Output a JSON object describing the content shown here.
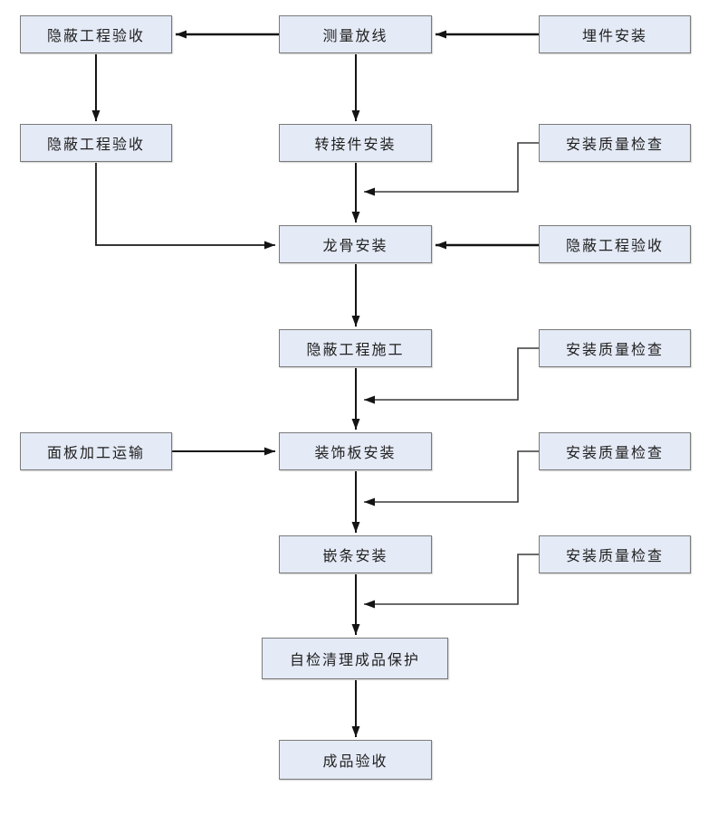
{
  "diagram": {
    "type": "flowchart",
    "background": "#ffffff",
    "colors": {
      "node_fill": "#e4eaf6",
      "node_border": "#7a7a7a",
      "main_connector": "#141414",
      "elbow_connector": "#3a3a3a",
      "text": "#1f1f1f"
    },
    "nodes": [
      {
        "id": "hidden-work-acceptance-1",
        "label": "隐蔽工程验收"
      },
      {
        "id": "survey-setting-out",
        "label": "测量放线"
      },
      {
        "id": "embedded-parts-install",
        "label": "埋件安装"
      },
      {
        "id": "hidden-work-acceptance-2",
        "label": "隐蔽工程验收"
      },
      {
        "id": "adapter-install",
        "label": "转接件安装"
      },
      {
        "id": "install-quality-check-1",
        "label": "安装质量检查"
      },
      {
        "id": "keel-install",
        "label": "龙骨安装"
      },
      {
        "id": "hidden-work-acceptance-3",
        "label": "隐蔽工程验收"
      },
      {
        "id": "hidden-work-construction",
        "label": "隐蔽工程施工"
      },
      {
        "id": "install-quality-check-2",
        "label": "安装质量检查"
      },
      {
        "id": "panel-processing-transport",
        "label": "面板加工运输"
      },
      {
        "id": "decorative-panel-install",
        "label": "装饰板安装"
      },
      {
        "id": "install-quality-check-3",
        "label": "安装质量检查"
      },
      {
        "id": "trim-strip-install",
        "label": "嵌条安装"
      },
      {
        "id": "install-quality-check-4",
        "label": "安装质量检查"
      },
      {
        "id": "self-check-cleanup-protection",
        "label": "自检清理成品保护"
      },
      {
        "id": "finished-product-acceptance",
        "label": "成品验收"
      }
    ],
    "edges": [
      {
        "from": "survey-setting-out",
        "to": "hidden-work-acceptance-1",
        "shape": "straight-left"
      },
      {
        "from": "embedded-parts-install",
        "to": "survey-setting-out",
        "shape": "straight-left"
      },
      {
        "from": "hidden-work-acceptance-1",
        "to": "hidden-work-acceptance-2",
        "shape": "straight-down"
      },
      {
        "from": "survey-setting-out",
        "to": "adapter-install",
        "shape": "straight-down"
      },
      {
        "from": "adapter-install",
        "to": "keel-install",
        "shape": "straight-down"
      },
      {
        "from": "install-quality-check-1",
        "to": "keel-install",
        "shape": "elbow-left"
      },
      {
        "from": "hidden-work-acceptance-2",
        "to": "keel-install",
        "shape": "elbow-right"
      },
      {
        "from": "hidden-work-acceptance-3",
        "to": "keel-install",
        "shape": "straight-left"
      },
      {
        "from": "keel-install",
        "to": "hidden-work-construction",
        "shape": "straight-down"
      },
      {
        "from": "hidden-work-construction",
        "to": "decorative-panel-install",
        "shape": "straight-down"
      },
      {
        "from": "install-quality-check-2",
        "to": "decorative-panel-install",
        "shape": "elbow-left"
      },
      {
        "from": "panel-processing-transport",
        "to": "decorative-panel-install",
        "shape": "straight-right"
      },
      {
        "from": "decorative-panel-install",
        "to": "trim-strip-install",
        "shape": "straight-down"
      },
      {
        "from": "install-quality-check-3",
        "to": "trim-strip-install",
        "shape": "elbow-left"
      },
      {
        "from": "trim-strip-install",
        "to": "self-check-cleanup-protection",
        "shape": "straight-down"
      },
      {
        "from": "install-quality-check-4",
        "to": "self-check-cleanup-protection",
        "shape": "elbow-left"
      },
      {
        "from": "self-check-cleanup-protection",
        "to": "finished-product-acceptance",
        "shape": "straight-down"
      }
    ]
  }
}
